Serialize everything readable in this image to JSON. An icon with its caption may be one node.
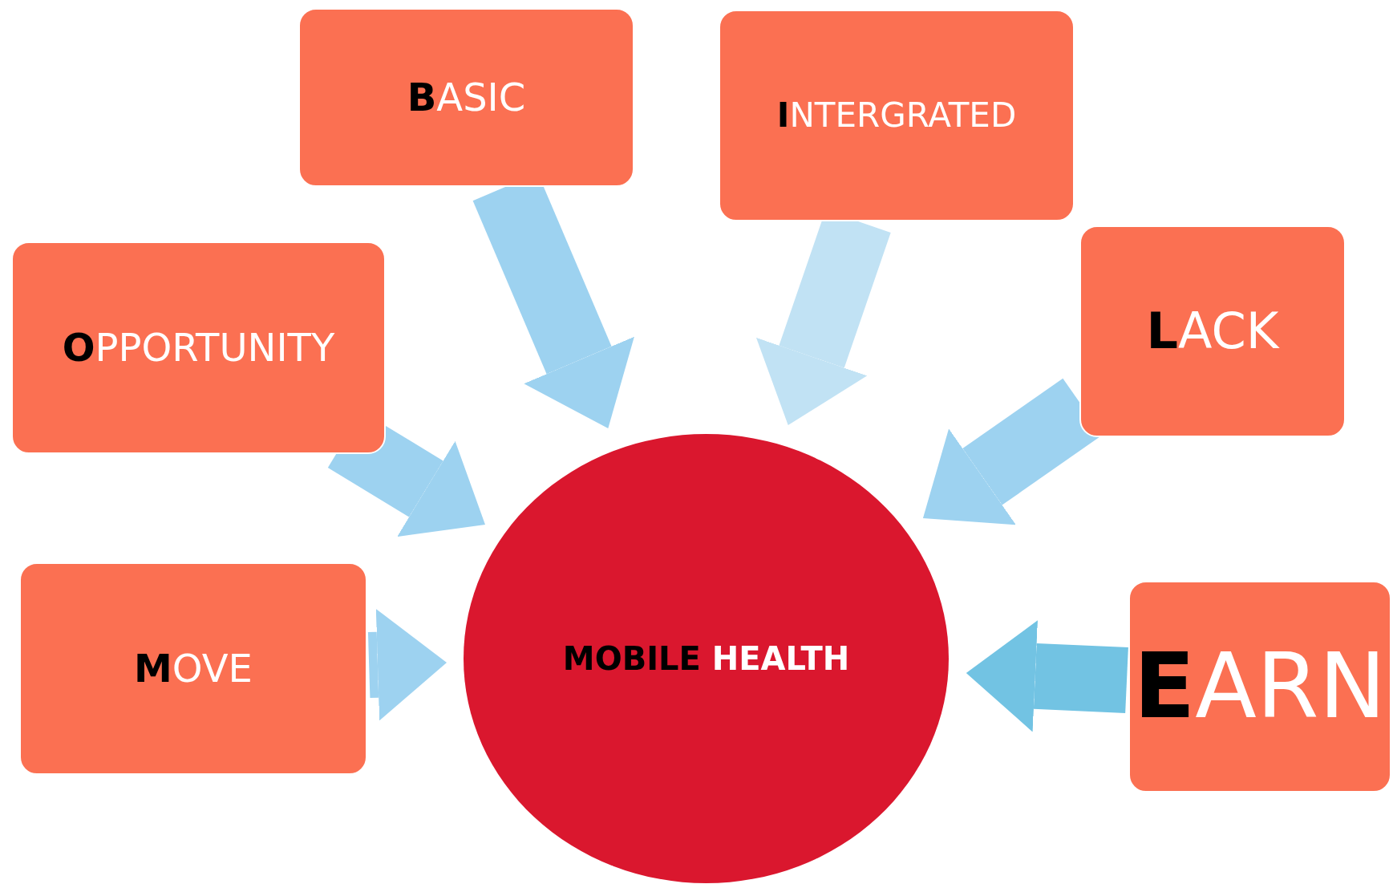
{
  "diagram": {
    "nodes": [
      {
        "text": [
          "**B**ASIC"
        ]
      },
      {
        "text": [
          "**I**NTERGRATED"
        ]
      },
      {
        "text": [
          "**O**PPORTUNITY"
        ]
      },
      {
        "text": [
          "**L**ACK"
        ]
      },
      {
        "text": [
          "**M**OVE"
        ]
      },
      {
        "text": [
          "**E**ARN"
        ]
      },
      {
        "text": [
          "**MOBILE** HEALTH"
        ]
      }
    ],
    "edges": [
      {
        "from": 0,
        "to": 6,
        "arrow": "to"
      },
      {
        "from": 1,
        "to": 6,
        "arrow": "to",
        "color": "#c1e2f4"
      },
      {
        "from": 2,
        "to": 6,
        "arrow": "to"
      },
      {
        "from": 3,
        "to": 6,
        "arrow": "to"
      },
      {
        "from": 4,
        "to": 6,
        "arrow": "to"
      },
      {
        "from": 5,
        "to": 6,
        "arrow": "to",
        "color": "#72c3e3"
      }
    ]
  }
}
